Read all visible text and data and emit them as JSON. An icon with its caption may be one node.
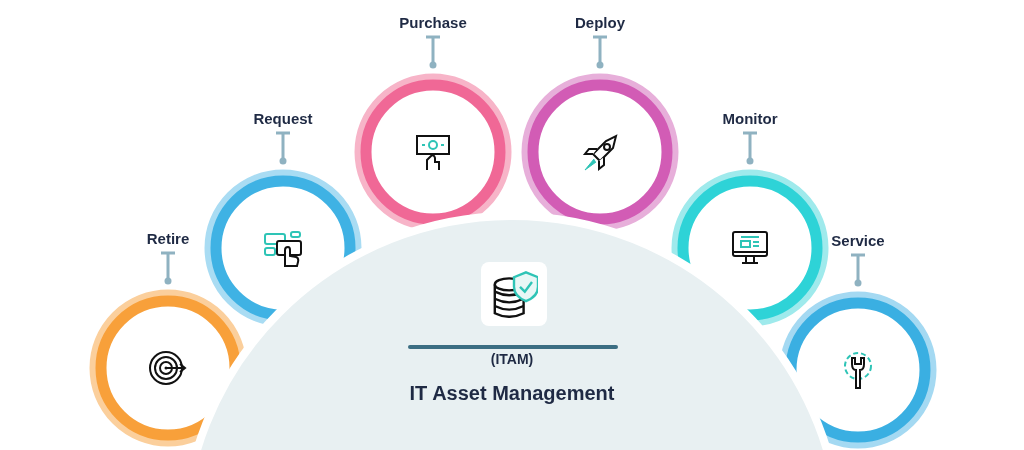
{
  "diagram": {
    "nodes": [
      {
        "text": [
          "Retire"
        ]
      },
      {
        "text": [
          "Request"
        ]
      },
      {
        "text": [
          "Purchase"
        ]
      },
      {
        "text": [
          "Deploy"
        ]
      },
      {
        "text": [
          "Monitor"
        ]
      },
      {
        "text": [
          "Service"
        ]
      },
      {
        "text": [
          "(ITAM)",
          "IT Asset Management"
        ]
      }
    ]
  }
}
